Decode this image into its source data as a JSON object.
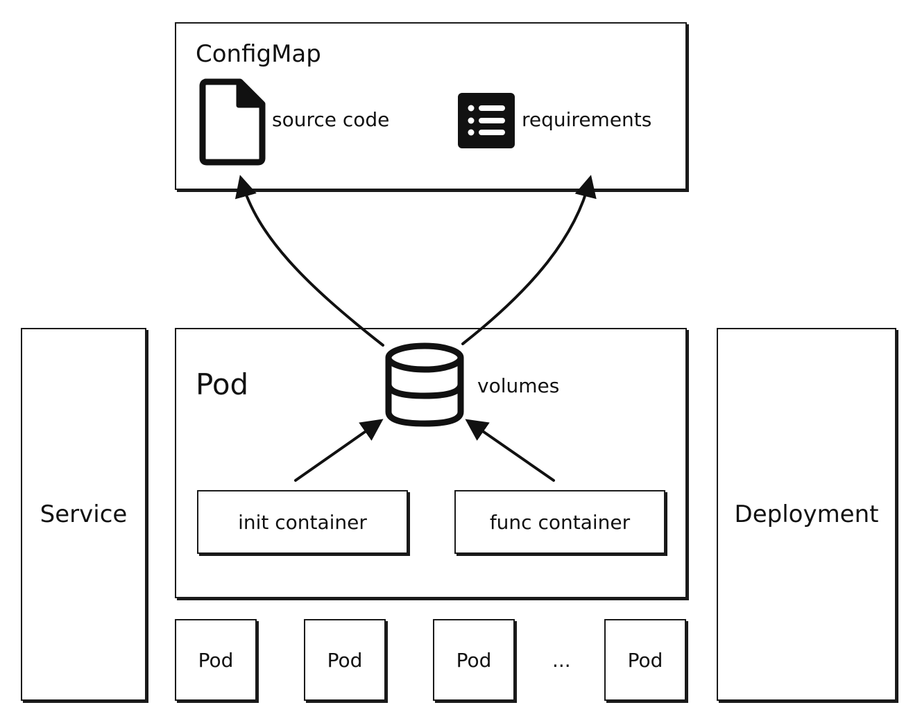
{
  "configmap": {
    "title": "ConfigMap",
    "source_code_label": "source code",
    "requirements_label": "requirements"
  },
  "pod_main": {
    "title": "Pod",
    "volumes_label": "volumes",
    "init_container_label": "init container",
    "func_container_label": "func container"
  },
  "service": {
    "label": "Service"
  },
  "deployment": {
    "label": "Deployment"
  },
  "replicas": {
    "pods": [
      "Pod",
      "Pod",
      "Pod",
      "Pod"
    ],
    "ellipsis": "..."
  },
  "icons": {
    "source_code": "document-icon",
    "requirements": "list-icon",
    "volumes": "database-icon"
  }
}
